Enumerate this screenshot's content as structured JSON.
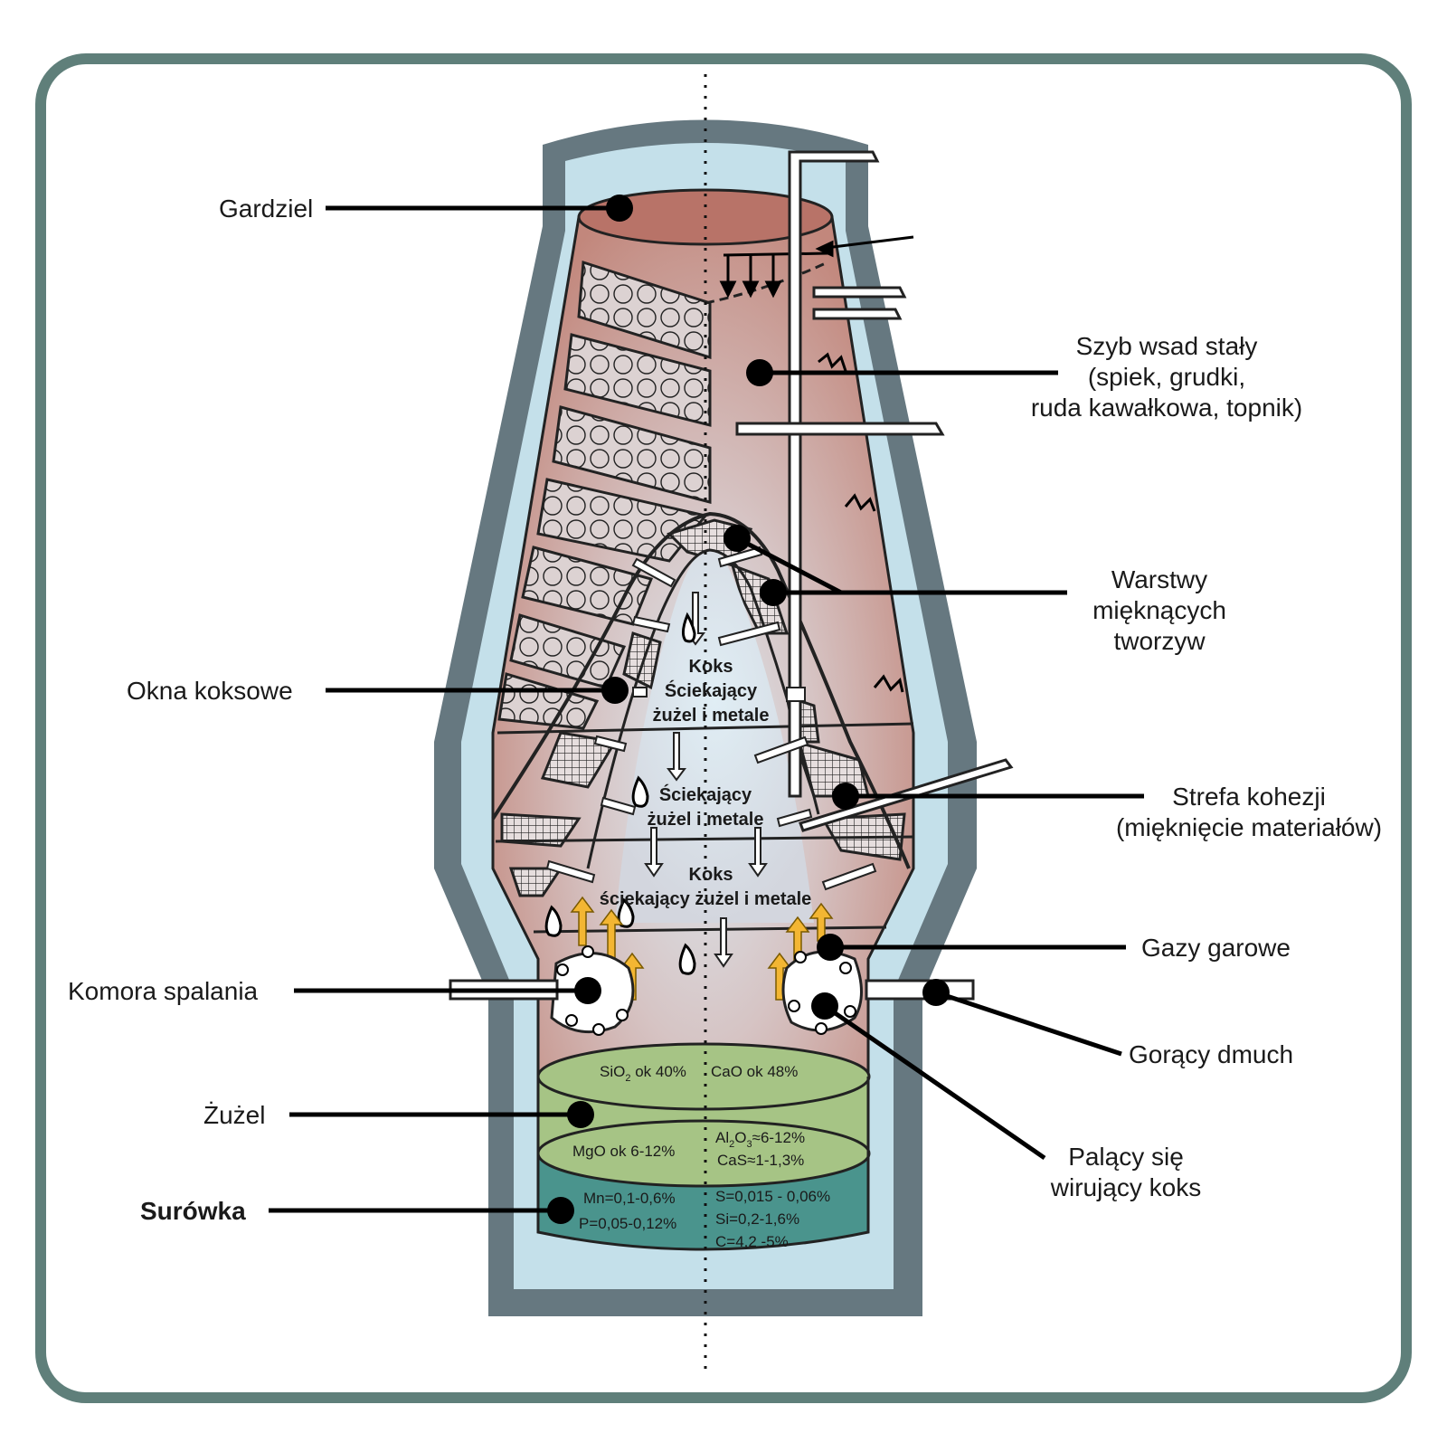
{
  "labels": {
    "gardziel": "Gardziel",
    "szyb_1": "Szyb wsad stały",
    "szyb_2": "(spiek, grudki,",
    "szyb_3": "ruda kawałkowa, topnik)",
    "warstwy_1": "Warstwy",
    "warstwy_2": "mięknących",
    "warstwy_3": "tworzyw",
    "okna": "Okna koksowe",
    "strefa_1": "Strefa kohezji",
    "strefa_2": "(mięknięcie materiałów)",
    "gazy": "Gazy garowe",
    "komora": "Komora spalania",
    "goracy": "Gorący dmuch",
    "zuzel": "Żużel",
    "palacy_1": "Palący się",
    "palacy_2": "wirujący koks",
    "surowka": "Surówka"
  },
  "inner": {
    "koks_1": "Koks",
    "sciek_1a": "Ściekający",
    "sciek_1b": "żużel i metale",
    "sciek_2a": "Ściekający",
    "sciek_2b": "żużel i metale",
    "koks_2": "Koks",
    "sciek_3": "ściekający żużel i metale"
  },
  "composition": {
    "sio2_a": "SiO",
    "sio2_sub": "2",
    "sio2_b": " ok 40%",
    "cao": "CaO ok 48%",
    "mgo": "MgO ok 6-12%",
    "al2o3_a": "Al",
    "al2o3_sub1": "2",
    "al2o3_b": "O",
    "al2o3_sub2": "3",
    "al2o3_c": "≈6-12%",
    "cas": "CaS≈1-1,3%",
    "mn": "Mn=0,1-0,6%",
    "p": "P=0,05-0,12%",
    "s": "S=0,015 - 0,06%",
    "si": "Si=0,2-1,6%",
    "c": "C=4,2 -5%"
  },
  "colors": {
    "frame": "#5f7f7a",
    "outer_shell": "#667880",
    "refractory": "#c4e0ea",
    "burden": "#c58a80",
    "slag": "#a6c485",
    "iron": "#4a948d",
    "hot_gas_arrow": "#f3b633"
  }
}
